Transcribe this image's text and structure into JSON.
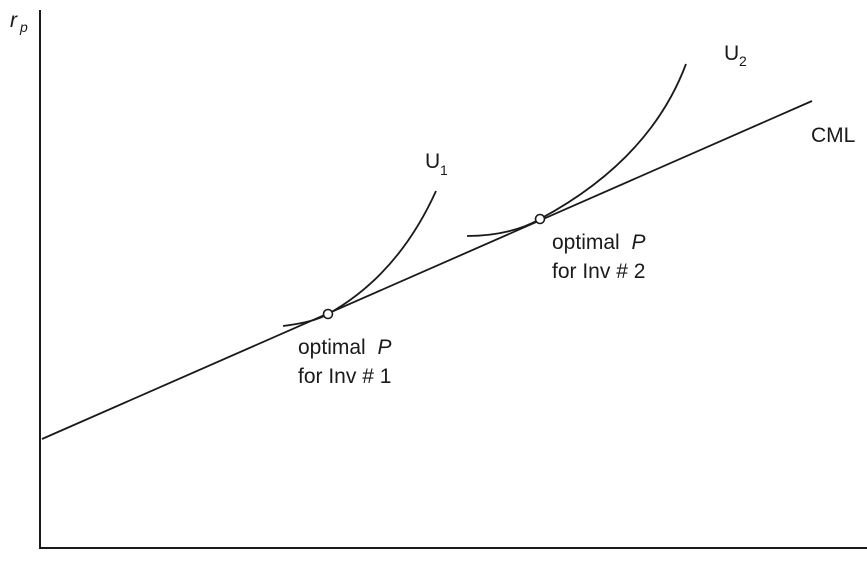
{
  "axes": {
    "y_label": "r",
    "y_label_sub": "p"
  },
  "lines": {
    "cml": "CML"
  },
  "curves": {
    "u1_main": "U",
    "u1_sub": "1",
    "u2_main": "U",
    "u2_sub": "2"
  },
  "points": {
    "p1_line1_prefix": "optimal",
    "p1_line1_var": "P",
    "p1_line2": "for Inv # 1",
    "p2_line1_prefix": "optimal",
    "p2_line1_var": "P",
    "p2_line2": "for Inv # 2"
  }
}
